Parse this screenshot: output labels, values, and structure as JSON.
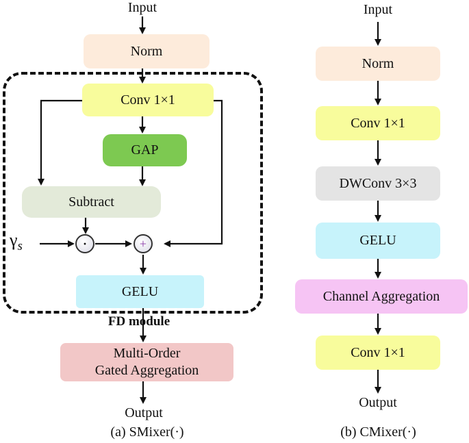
{
  "smixer": {
    "input": "Input",
    "norm": "Norm",
    "conv": "Conv 1×1",
    "gap": "GAP",
    "subtract": "Subtract",
    "gamma": "γ",
    "gamma_sub": "s",
    "multiply_symbol": "·",
    "add_symbol": "+",
    "gelu": "GELU",
    "module_label": "FD module",
    "moga_line1": "Multi-Order",
    "moga_line2": "Gated Aggregation",
    "output": "Output",
    "caption": "(a) SMixer(·)"
  },
  "cmixer": {
    "input": "Input",
    "norm": "Norm",
    "conv1": "Conv 1×1",
    "dwconv": "DWConv 3×3",
    "gelu": "GELU",
    "channel_agg": "Channel Aggregation",
    "conv2": "Conv 1×1",
    "output": "Output",
    "caption": "(b) CMixer(·)"
  },
  "colors": {
    "norm": "#fdebdb",
    "conv": "#f8fc9c",
    "gap": "#7dc951",
    "subtract": "#e3ead9",
    "gelu": "#c7f3fb",
    "moga": "#f2c7c7",
    "dwconv": "#e4e4e4",
    "channel_agg": "#f6c4f4"
  }
}
